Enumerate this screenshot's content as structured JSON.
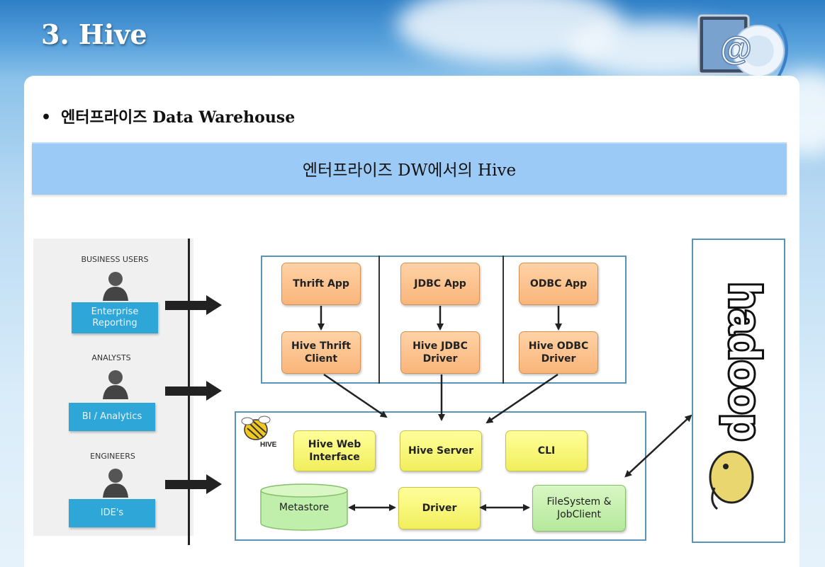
{
  "slide": {
    "title": "3. Hive",
    "bullet_marker": "•",
    "bullet_text": "엔터프라이즈 Data Warehouse",
    "banner": "엔터프라이즈 DW에서의 Hive"
  },
  "users": [
    {
      "label": "BUSINESS USERS",
      "button": "Enterprise Reporting"
    },
    {
      "label": "ANALYSTS",
      "button": "BI / Analytics"
    },
    {
      "label": "ENGINEERS",
      "button": "IDE's"
    }
  ],
  "apps": [
    {
      "app": "Thrift App",
      "client": "Hive Thrift Client"
    },
    {
      "app": "JDBC App",
      "client": "Hive JDBC Driver"
    },
    {
      "app": "ODBC App",
      "client": "Hive ODBC Driver"
    }
  ],
  "hive": {
    "logo_text": "HIVE",
    "web_interface": "Hive Web Interface",
    "server": "Hive Server",
    "cli": "CLI",
    "metastore": "Metastore",
    "driver": "Driver",
    "filesystem": "FileSystem & JobClient"
  },
  "hadoop": {
    "logo_text": "hadoop"
  },
  "colors": {
    "orange_box": "#f9b57a",
    "yellow_box": "#f1ee5c",
    "green_box": "#b5e89a",
    "role_button": "#2fa6d8",
    "banner": "#9ccaf6"
  }
}
